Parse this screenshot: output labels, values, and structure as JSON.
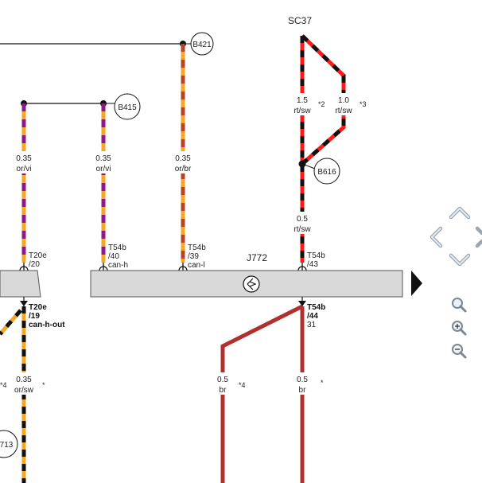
{
  "diagram": {
    "sc_label": "SC37",
    "module_label": "J772",
    "refs": {
      "b421": "B421",
      "b415": "B415",
      "b616": "B616",
      "r713": "713"
    },
    "wires": {
      "w1": {
        "size": "0.35",
        "color": "or/vi"
      },
      "w2": {
        "size": "0.35",
        "color": "or/vi"
      },
      "w3": {
        "size": "0.35",
        "color": "or/br"
      },
      "w4": {
        "size": "1.5",
        "color": "rt/sw",
        "note": "*2"
      },
      "w5": {
        "size": "1.0",
        "color": "rt/sw",
        "note": "*3"
      },
      "w6": {
        "size": "0.5",
        "color": "rt/sw"
      },
      "w7": {
        "size": "0.35",
        "color": "or/sw",
        "note_left": "*4",
        "note_right": "*"
      },
      "w8": {
        "size": "0.5",
        "color": "br",
        "note": "*4"
      },
      "w9": {
        "size": "0.5",
        "color": "br",
        "note": "*"
      }
    },
    "pins": {
      "p1": {
        "conn": "T20e",
        "num": "/20",
        "sig": ""
      },
      "p2": {
        "conn": "T54b",
        "num": "/40",
        "sig": "can-h"
      },
      "p3": {
        "conn": "T54b",
        "num": "/39",
        "sig": "can-l"
      },
      "p4": {
        "conn": "T54b",
        "num": "/43",
        "sig": ""
      },
      "p5": {
        "conn": "T20e",
        "num": "/19",
        "sig": "can-h-out"
      },
      "p6": {
        "conn": "T54b",
        "num": "/44",
        "sig": "31"
      }
    },
    "colors": {
      "orange": "#f5a623",
      "violet": "#8b1a8b",
      "brown": "#b5442c",
      "red": "#ff1a1a",
      "black": "#111111",
      "darkred": "#b03030",
      "module": "#d9d9d9"
    }
  },
  "controls": {
    "pan_up": "up-arrow-icon",
    "pan_left": "left-arrow-icon",
    "pan_right": "right-arrow-icon",
    "pan_down": "down-arrow-icon",
    "zoom_fit": "zoom-icon",
    "zoom_in": "zoom-in-icon",
    "zoom_out": "zoom-out-icon"
  }
}
